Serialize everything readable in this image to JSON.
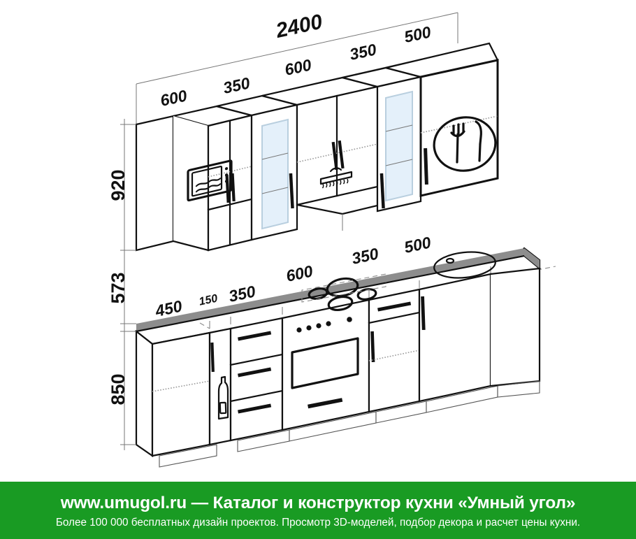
{
  "diagram": {
    "title": "Kitchen elevation layout 2400 mm",
    "total_width_label": "2400",
    "upper_row": {
      "label": "upper-cabinets",
      "height_label": "920",
      "modules": [
        {
          "width_label": "600",
          "type": "two-door-wall-cabinet-with-microwave",
          "feature": "microwave"
        },
        {
          "width_label": "350",
          "type": "glass-door-wall-cabinet",
          "feature": "glass-door"
        },
        {
          "width_label": "600",
          "type": "two-door-wall-cabinet-with-hood",
          "feature": "range-hood"
        },
        {
          "width_label": "350",
          "type": "glass-door-wall-cabinet",
          "feature": "glass-door"
        },
        {
          "width_label": "500",
          "type": "dish-drainer-wall-cabinet",
          "feature": "dish-rack"
        }
      ]
    },
    "backsplash": {
      "label": "backsplash-gap",
      "height_label": "573"
    },
    "lower_row": {
      "label": "base-cabinets",
      "height_label": "850",
      "modules": [
        {
          "width_label": "450",
          "type": "single-door-base-cabinet",
          "feature": "door"
        },
        {
          "width_label": "150",
          "type": "bottle-rack-base-cabinet",
          "feature": "bottle-rack"
        },
        {
          "width_label": "350",
          "type": "three-drawer-base-cabinet",
          "feature": "drawers"
        },
        {
          "width_label": "600",
          "type": "oven-base-cabinet",
          "feature": "oven-cooktop"
        },
        {
          "width_label": "350",
          "type": "drawer-door-base-cabinet",
          "feature": "drawer-and-door"
        },
        {
          "width_label": "500",
          "type": "sink-base-cabinet",
          "feature": "sink"
        }
      ]
    },
    "icons": {
      "microwave": "microwave-icon",
      "hood": "range-hood-icon",
      "glass": "glass-panel",
      "dish_rack": "plate-fork-knife-icon",
      "bottle": "bottle-icon",
      "cooktop": "cooktop-four-burner-icon",
      "oven": "oven-door-icon",
      "sink": "round-sink-icon"
    },
    "colors": {
      "line": "#111111",
      "thin_line": "#6a6a6a",
      "countertop": "#8a8a8a",
      "glass": "#e4f0fa",
      "glass_edge": "#b9cfdf",
      "handle": "#111111",
      "banner_bg": "#199b23",
      "banner_text": "#ffffff"
    }
  },
  "banner": {
    "title": "www.umugol.ru — Каталог и конструктор кухни «Умный угол»",
    "subtitle": "Более 100 000 бесплатных дизайн проектов. Просмотр 3D-моделей, подбор декора и расчет цены кухни."
  }
}
